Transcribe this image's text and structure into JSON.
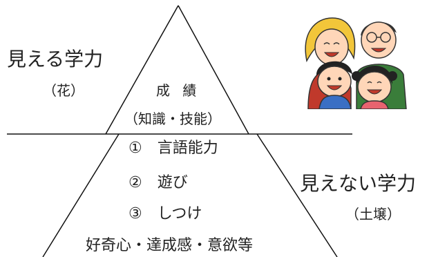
{
  "visible": {
    "label": "見える学力",
    "sub": "（花）"
  },
  "tip": {
    "title": "成 績",
    "sub": "（知識・技能）"
  },
  "hidden_items": [
    "①　言語能力",
    "②　遊び",
    "③　しつけ"
  ],
  "bottom_text": "好奇心・達成感・意欲等",
  "invisible": {
    "label": "見えない学力",
    "sub": "（土壌）"
  },
  "illustration": {
    "icon": "family-icon"
  }
}
